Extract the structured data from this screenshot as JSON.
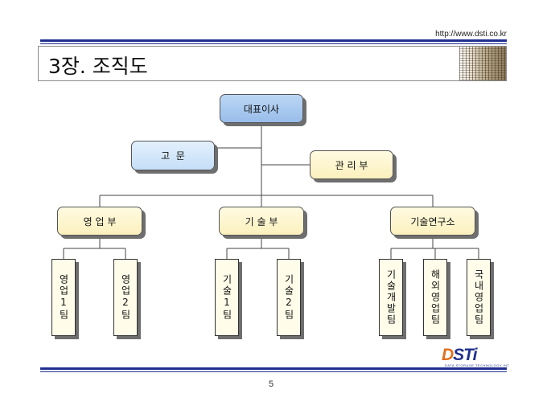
{
  "header": {
    "url": "http://www.dsti.co.kr",
    "title": "3장. 조직도"
  },
  "chart": {
    "ceo": "대표이사",
    "advisor": "고  문",
    "admin": "관 리 부",
    "sales": "영 업 부",
    "tech": "기 술 부",
    "lab": "기술연구소",
    "teams": {
      "sales1": "영업1팀",
      "sales2": "영업2팀",
      "tech1": "기술1팀",
      "tech2": "기술2팀",
      "labDev": "기술개발팀",
      "labOverseas": "해외영업팀",
      "labDomestic": "국내영업팀"
    }
  },
  "footer": {
    "logo_d": "D",
    "logo_rest": "STi",
    "logo_tagline": "DATA STORAGE TECHNOLOGY INT",
    "page": "5"
  },
  "colors": {
    "rule": "#1f2f8f",
    "ceo_box": "#a9c9f0",
    "advisor_box": "#d2e6fb",
    "dept_box": "#fcf3c8",
    "team_box": "#fffde9",
    "logo_accent": "#e0701c"
  }
}
